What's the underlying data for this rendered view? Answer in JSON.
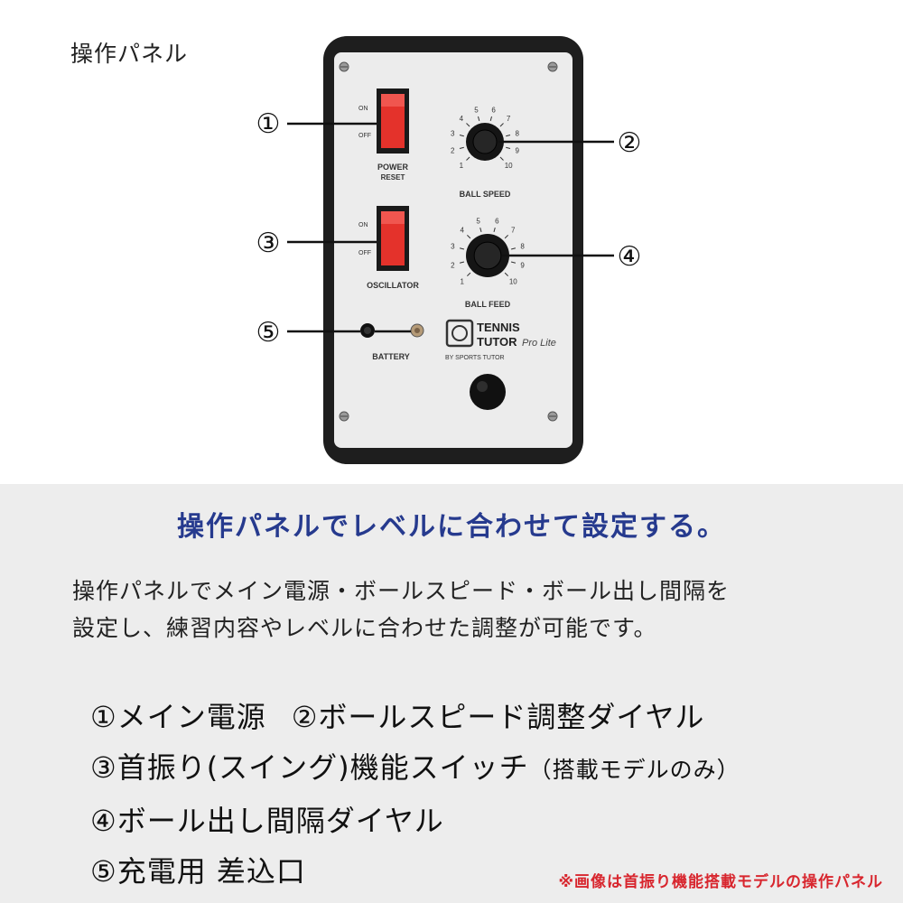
{
  "section_title": "操作パネル",
  "panel": {
    "labels": {
      "on": "ON",
      "off": "OFF",
      "power": "POWER",
      "reset": "RESET",
      "oscillator": "OSCILLATOR",
      "battery": "BATTERY",
      "ball_speed": "BALL SPEED",
      "ball_feed": "BALL FEED"
    },
    "dial_ticks": [
      "1",
      "2",
      "3",
      "4",
      "5",
      "6",
      "7",
      "8",
      "9",
      "10"
    ],
    "brand": {
      "line1": "TENNIS",
      "line2": "TUTOR",
      "script": "Pro Lite",
      "by": "BY SPORTS TUTOR"
    },
    "callouts": [
      "①",
      "②",
      "③",
      "④",
      "⑤"
    ],
    "colors": {
      "switch": "#e4322b",
      "frame": "#1e1e1e",
      "face": "#ececec"
    }
  },
  "headline": "操作パネルでレベルに合わせて設定する。",
  "description": {
    "line1": "操作パネルでメイン電源・ボールスピード・ボール出し間隔を",
    "line2": "設定し、練習内容やレベルに合わせた調整が可能です。"
  },
  "items": {
    "i1": "①メイン電源",
    "i2": "②ボールスピード調整ダイヤル",
    "i3": "③首振り(スイング)機能スイッチ",
    "i3_note": "（搭載モデルのみ）",
    "i4": "④ボール出し間隔ダイヤル",
    "i5": "⑤充電用 差込口"
  },
  "note": "※画像は首振り機能搭載モデルの操作パネル",
  "colors": {
    "headline": "#263a8e",
    "note": "#d8262e",
    "bottom_bg": "#ededed"
  }
}
